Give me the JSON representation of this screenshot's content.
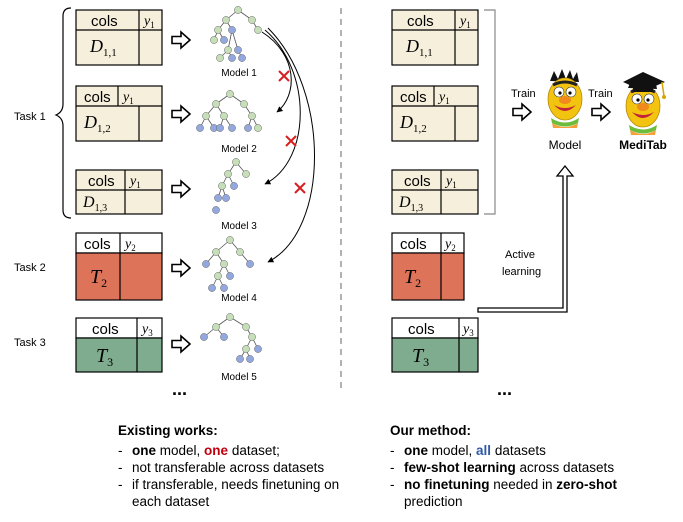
{
  "tables": {
    "cols_label": "cols",
    "d11_main": "D",
    "d11_sub": "1,1",
    "d12_main": "D",
    "d12_sub": "1,2",
    "d13_main": "D",
    "d13_sub": "1,3",
    "t2_main": "T",
    "t2_sub": "2",
    "t3_main": "T",
    "t3_sub": "3",
    "y1_main": "y",
    "y1_sub": "1",
    "y2_main": "y",
    "y2_sub": "2",
    "y3_main": "y",
    "y3_sub": "3"
  },
  "tasks": {
    "task1": "Task 1",
    "task2": "Task 2",
    "task3": "Task 3"
  },
  "models": [
    "Model 1",
    "Model 2",
    "Model 3",
    "Model 4",
    "Model 5"
  ],
  "ellipsis": "...",
  "right": {
    "train1": "Train",
    "train2": "Train",
    "model": "Model",
    "meditab": "MediTab",
    "active": "Active",
    "learning": "learning"
  },
  "existing": {
    "title": "Existing works:",
    "l1_b1": "one",
    "l1_t1": " model, ",
    "l1_r": "one",
    "l1_t2": " dataset;",
    "l2": "not transferable across datasets",
    "l3": "if transferable, needs finetuning on each dataset"
  },
  "ours": {
    "title": "Our method:",
    "l1_b1": "one",
    "l1_t1": " model, ",
    "l1_bl": "all",
    "l1_t2": " datasets",
    "l2_b": "few-shot learning",
    "l2_t": " across datasets",
    "l3_b1": "no finetuning",
    "l3_t1": " needed in ",
    "l3_b2": "zero-shot",
    "l3_t2": " prediction"
  },
  "colors": {
    "table_beige": "#f6efdc",
    "table_red": "#dd7359",
    "table_green": "#7fab8e",
    "node_green": "#c6dfb8",
    "node_blue": "#93a8de",
    "cross_red": "#d92020"
  }
}
